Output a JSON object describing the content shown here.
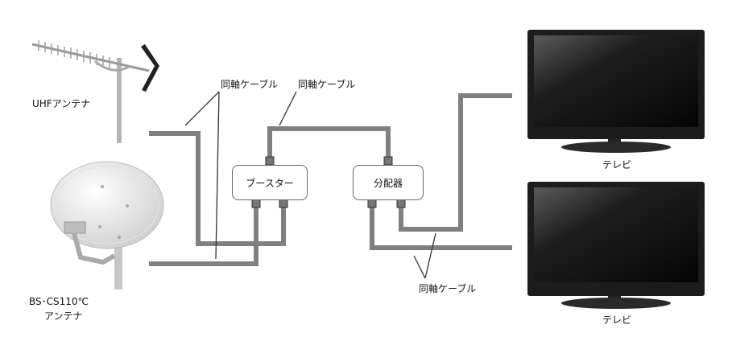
{
  "labels": {
    "uhf_antenna": "UHFアンテナ",
    "bs_antenna_line1": "BS･CS110℃",
    "bs_antenna_line2": "アンテナ",
    "cable_1": "同軸ケーブル",
    "cable_2": "同軸ケーブル",
    "cable_3": "同軸ケーブル",
    "tv_1": "テレビ",
    "tv_2": "テレビ"
  },
  "devices": {
    "booster": "ブースター",
    "splitter": "分配器"
  },
  "colors": {
    "cable": "#808080",
    "box_border": "#666666",
    "tv_body": "#1c1c1c"
  }
}
